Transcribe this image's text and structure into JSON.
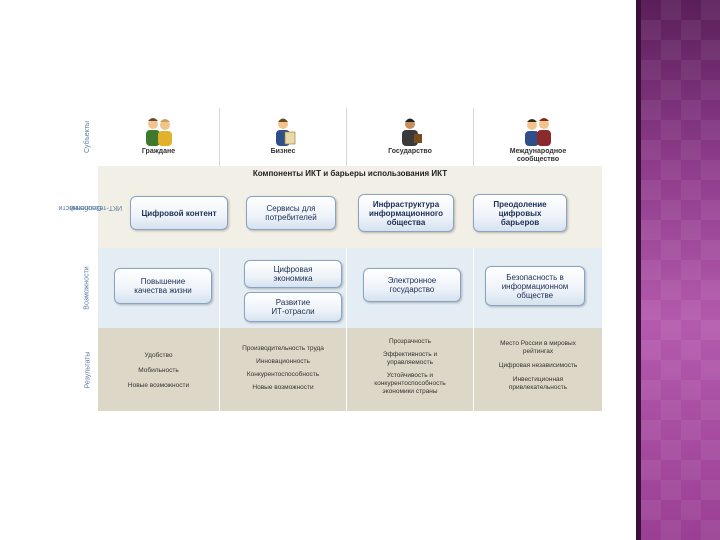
{
  "row_labels": {
    "subjects": "Субъекты",
    "features_line1": "Особенности",
    "features_line2": "ИКТ-технологий",
    "opportunities": "Возможности",
    "results": "Результаты"
  },
  "subjects": [
    {
      "label": "Граждане",
      "icon": "citizens-icon"
    },
    {
      "label": "Бизнес",
      "icon": "business-icon"
    },
    {
      "label": "Государство",
      "icon": "government-icon"
    },
    {
      "label_line1": "Международное",
      "label_line2": "сообщество",
      "icon": "international-icon"
    }
  ],
  "features": {
    "title": "Компоненты ИКТ и барьеры использования ИКТ",
    "boxes": [
      {
        "line1": "Цифровой контент",
        "line2": "",
        "line3": ""
      },
      {
        "line1": "Сервисы для",
        "line2": "потребителей",
        "line3": ""
      },
      {
        "line1": "Инфраструктура",
        "line2": "информационного",
        "line3": "общества"
      },
      {
        "line1": "Преодоление",
        "line2": "цифровых",
        "line3": "барьеров"
      }
    ]
  },
  "opportunities": {
    "boxes": [
      {
        "line1": "Повышение",
        "line2": "качества жизни",
        "line3": ""
      },
      {
        "line1": "Цифровая",
        "line2": "экономика",
        "line3": ""
      },
      {
        "line1": "Развитие",
        "line2": "ИТ-отрасли",
        "line3": ""
      },
      {
        "line1": "Электронное",
        "line2": "государство",
        "line3": ""
      },
      {
        "line1": "Безопасность в",
        "line2": "информационном",
        "line3": "обществе"
      }
    ]
  },
  "results": [
    [
      "Удобство",
      "Мобильность",
      "Новые возможности"
    ],
    [
      "Производительность труда",
      "Инновационность",
      "Конкурентоспособность",
      "Новые возможности"
    ],
    [
      "Прозрачность",
      "Эффективность и",
      "управляемость",
      "Устойчивость и",
      "конкурентоспособность",
      "экономики страны"
    ],
    [
      "Место России в мировых",
      "рейтингах",
      "Цифровая независимость",
      "Инвестиционная",
      "привлекательность"
    ]
  ],
  "colors": {
    "accent_band": "#8d3b8a",
    "box_border": "#8aa3c2",
    "box_text": "#1d2f55"
  }
}
